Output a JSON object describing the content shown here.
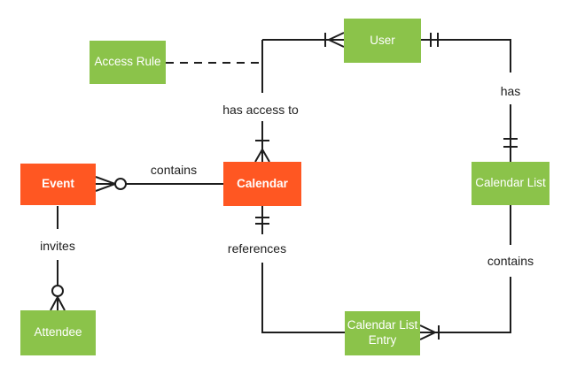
{
  "diagram": {
    "type": "entity-relationship",
    "colors": {
      "entity_green": "#8BC34A",
      "entity_orange": "#FF5722",
      "line": "#1d1d1d",
      "label_text": "#1d1d1d",
      "entity_text": "#ffffff",
      "background": "#ffffff"
    },
    "entities": [
      {
        "id": "access-rule",
        "label": "Access Rule",
        "color": "green"
      },
      {
        "id": "user",
        "label": "User",
        "color": "green"
      },
      {
        "id": "event",
        "label": "Event",
        "color": "orange"
      },
      {
        "id": "calendar",
        "label": "Calendar",
        "color": "orange"
      },
      {
        "id": "calendar-list",
        "label": "Calendar List",
        "color": "green"
      },
      {
        "id": "calendar-list-entry",
        "label": "Calendar List Entry",
        "color": "green"
      },
      {
        "id": "attendee",
        "label": "Attendee",
        "color": "green"
      }
    ],
    "relationships": [
      {
        "id": "calendar-contains-event",
        "label": "contains",
        "from": "Calendar",
        "to": "Event",
        "style": "solid",
        "event_end": "zero-or-many",
        "calendar_end": "none"
      },
      {
        "id": "calendar-has-access-to-user",
        "label": "has access to",
        "from": "Calendar",
        "to": "User",
        "style": "solid",
        "calendar_end": "one-or-many",
        "user_end": "one-or-many"
      },
      {
        "id": "user-has-calendar-list",
        "label": "has",
        "from": "User",
        "to": "Calendar List",
        "style": "solid",
        "user_end": "exactly-one",
        "calendar_list_end": "exactly-one"
      },
      {
        "id": "calendar-list-contains-entry",
        "label": "contains",
        "from": "Calendar List",
        "to": "Calendar List Entry",
        "style": "solid",
        "entry_end": "one-or-many",
        "calendar_list_end": "none"
      },
      {
        "id": "calendar-references-entry",
        "label": "references",
        "from": "Calendar",
        "to": "Calendar List Entry",
        "style": "solid",
        "calendar_end": "exactly-one",
        "entry_end": "none"
      },
      {
        "id": "event-invites-attendee",
        "label": "invites",
        "from": "Event",
        "to": "Attendee",
        "style": "solid",
        "attendee_end": "zero-or-many",
        "event_end": "none"
      },
      {
        "id": "access-rule-association",
        "label": "",
        "from": "Access Rule",
        "to": "has-access-to-line",
        "style": "dashed"
      }
    ]
  }
}
